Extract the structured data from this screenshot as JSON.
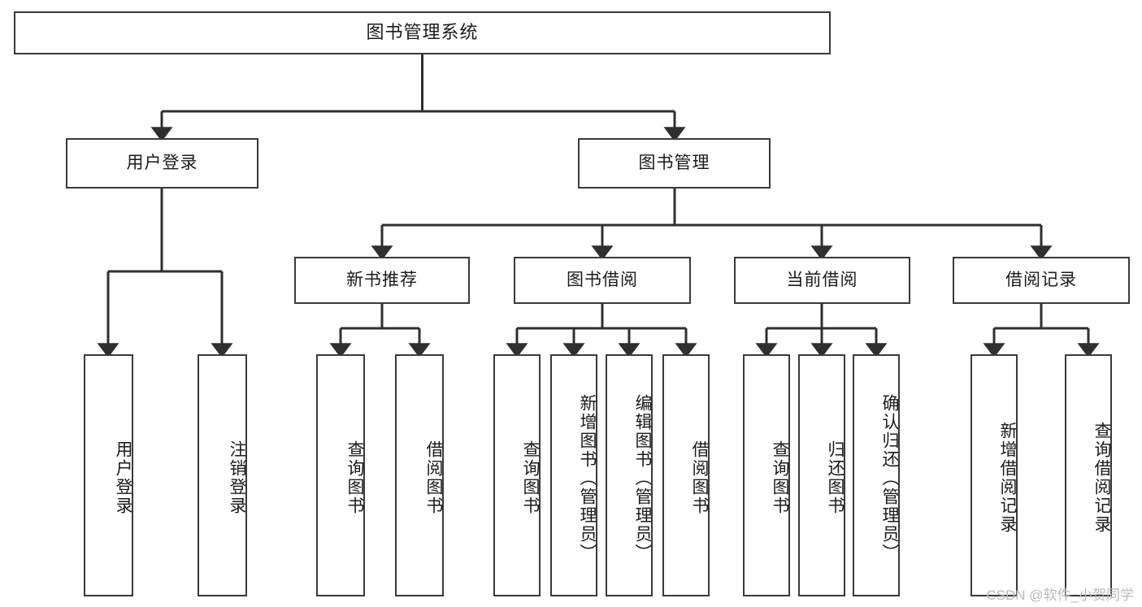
{
  "diagram": {
    "title": "图书管理系统",
    "type": "tree-hierarchy",
    "watermark": "CSDN @软件_小贺同学",
    "colors": {
      "background": "#ffffff",
      "box_border": "#3a3a3a",
      "connector": "#2f2f2f",
      "text": "#1b1b1b",
      "watermark": "#b9b9b9"
    },
    "nodes": {
      "root": {
        "label": "图书管理系统",
        "level": 1,
        "orientation": "horizontal"
      },
      "level2": [
        {
          "id": "user-login",
          "label": "用户登录",
          "orientation": "horizontal"
        },
        {
          "id": "book-management",
          "label": "图书管理",
          "orientation": "horizontal"
        }
      ],
      "level3": [
        {
          "id": "new-book-recommend",
          "label": "新书推荐",
          "parent": "book-management",
          "orientation": "horizontal"
        },
        {
          "id": "book-borrow",
          "label": "图书借阅",
          "parent": "book-management",
          "orientation": "horizontal"
        },
        {
          "id": "current-borrow",
          "label": "当前借阅",
          "parent": "book-management",
          "orientation": "horizontal"
        },
        {
          "id": "borrow-record",
          "label": "借阅记录",
          "parent": "book-management",
          "orientation": "horizontal"
        }
      ],
      "leaves": [
        {
          "id": "leaf-user-login",
          "label": "用户登录",
          "parent": "user-login",
          "orientation": "vertical"
        },
        {
          "id": "leaf-logout",
          "label": "注销登录",
          "parent": "user-login",
          "orientation": "vertical"
        },
        {
          "id": "leaf-query-book-1",
          "label": "查询图书",
          "parent": "new-book-recommend",
          "orientation": "vertical"
        },
        {
          "id": "leaf-borrow-book-1",
          "label": "借阅图书",
          "parent": "new-book-recommend",
          "orientation": "vertical"
        },
        {
          "id": "leaf-query-book-2",
          "label": "查询图书",
          "parent": "book-borrow",
          "orientation": "vertical"
        },
        {
          "id": "leaf-add-book",
          "label": "新增图书（管理员）",
          "parent": "book-borrow",
          "orientation": "vertical"
        },
        {
          "id": "leaf-edit-book",
          "label": "编辑图书（管理员）",
          "parent": "book-borrow",
          "orientation": "vertical"
        },
        {
          "id": "leaf-borrow-book-2",
          "label": "借阅图书",
          "parent": "book-borrow",
          "orientation": "vertical"
        },
        {
          "id": "leaf-query-book-3",
          "label": "查询图书",
          "parent": "current-borrow",
          "orientation": "vertical"
        },
        {
          "id": "leaf-return-book",
          "label": "归还图书",
          "parent": "current-borrow",
          "orientation": "vertical"
        },
        {
          "id": "leaf-confirm-return",
          "label": "确认归还（管理员）",
          "parent": "current-borrow",
          "orientation": "vertical"
        },
        {
          "id": "leaf-add-record",
          "label": "新增借阅记录",
          "parent": "borrow-record",
          "orientation": "vertical"
        },
        {
          "id": "leaf-query-record",
          "label": "查询借阅记录",
          "parent": "borrow-record",
          "orientation": "vertical"
        }
      ]
    }
  }
}
